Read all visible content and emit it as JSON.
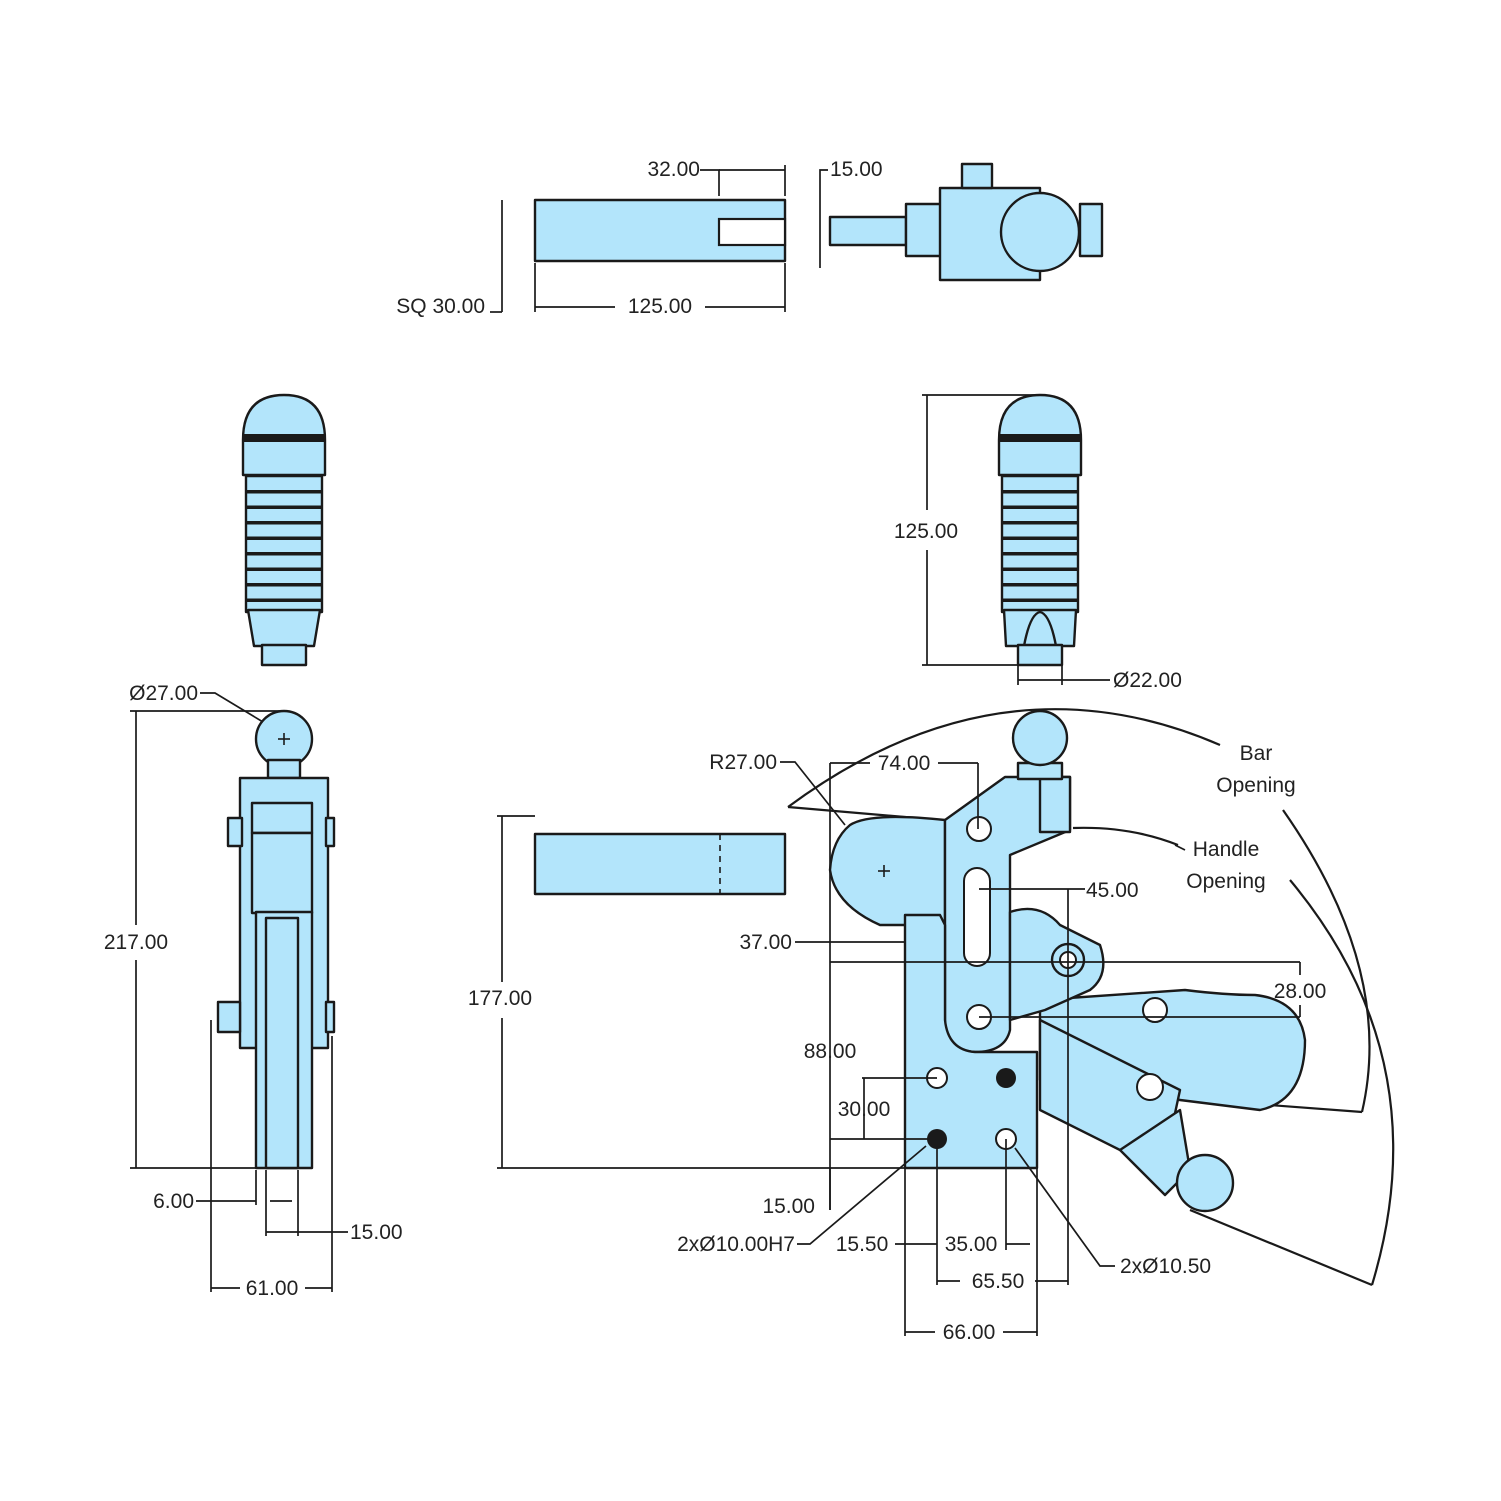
{
  "colors": {
    "part_fill": "#b3e5fb",
    "line": "#1a1a1a",
    "background": "#ffffff"
  },
  "top_view": {
    "dim_slot_width": "32.00",
    "dim_gap": "15.00",
    "dim_bar_section": "SQ 30.00",
    "dim_bar_length": "125.00"
  },
  "handle_front": {},
  "handle_side": {
    "dim_handle_length": "125.00",
    "dim_shank_dia": "Ø22.00"
  },
  "end_view": {
    "dim_knob_dia": "Ø27.00",
    "dim_overall_height": "217.00",
    "dim_offset": "6.00",
    "dim_slot": "15.00",
    "dim_base_width": "61.00"
  },
  "side_view": {
    "dim_radius": "R27.00",
    "dim_top_width": "74.00",
    "dim_pivot_offset": "45.00",
    "dim_lower_offset": "37.00",
    "dim_bar_height": "177.00",
    "dim_pivot_height": "88.00",
    "dim_arm": "28.00",
    "dim_hole_spacing_v": "30.00",
    "dim_hole_offset_v": "15.00",
    "dim_pin_holes": "2xØ10.00H7",
    "dim_hole_offset_h": "15.50",
    "dim_hole_spacing_h": "35.00",
    "dim_clearance_holes": "2xØ10.50",
    "dim_pivot_horizontal": "65.50",
    "dim_base_plate_width": "66.00",
    "label_bar_opening_1": "Bar",
    "label_bar_opening_2": "Opening",
    "label_handle_opening_1": "Handle",
    "label_handle_opening_2": "Opening"
  }
}
